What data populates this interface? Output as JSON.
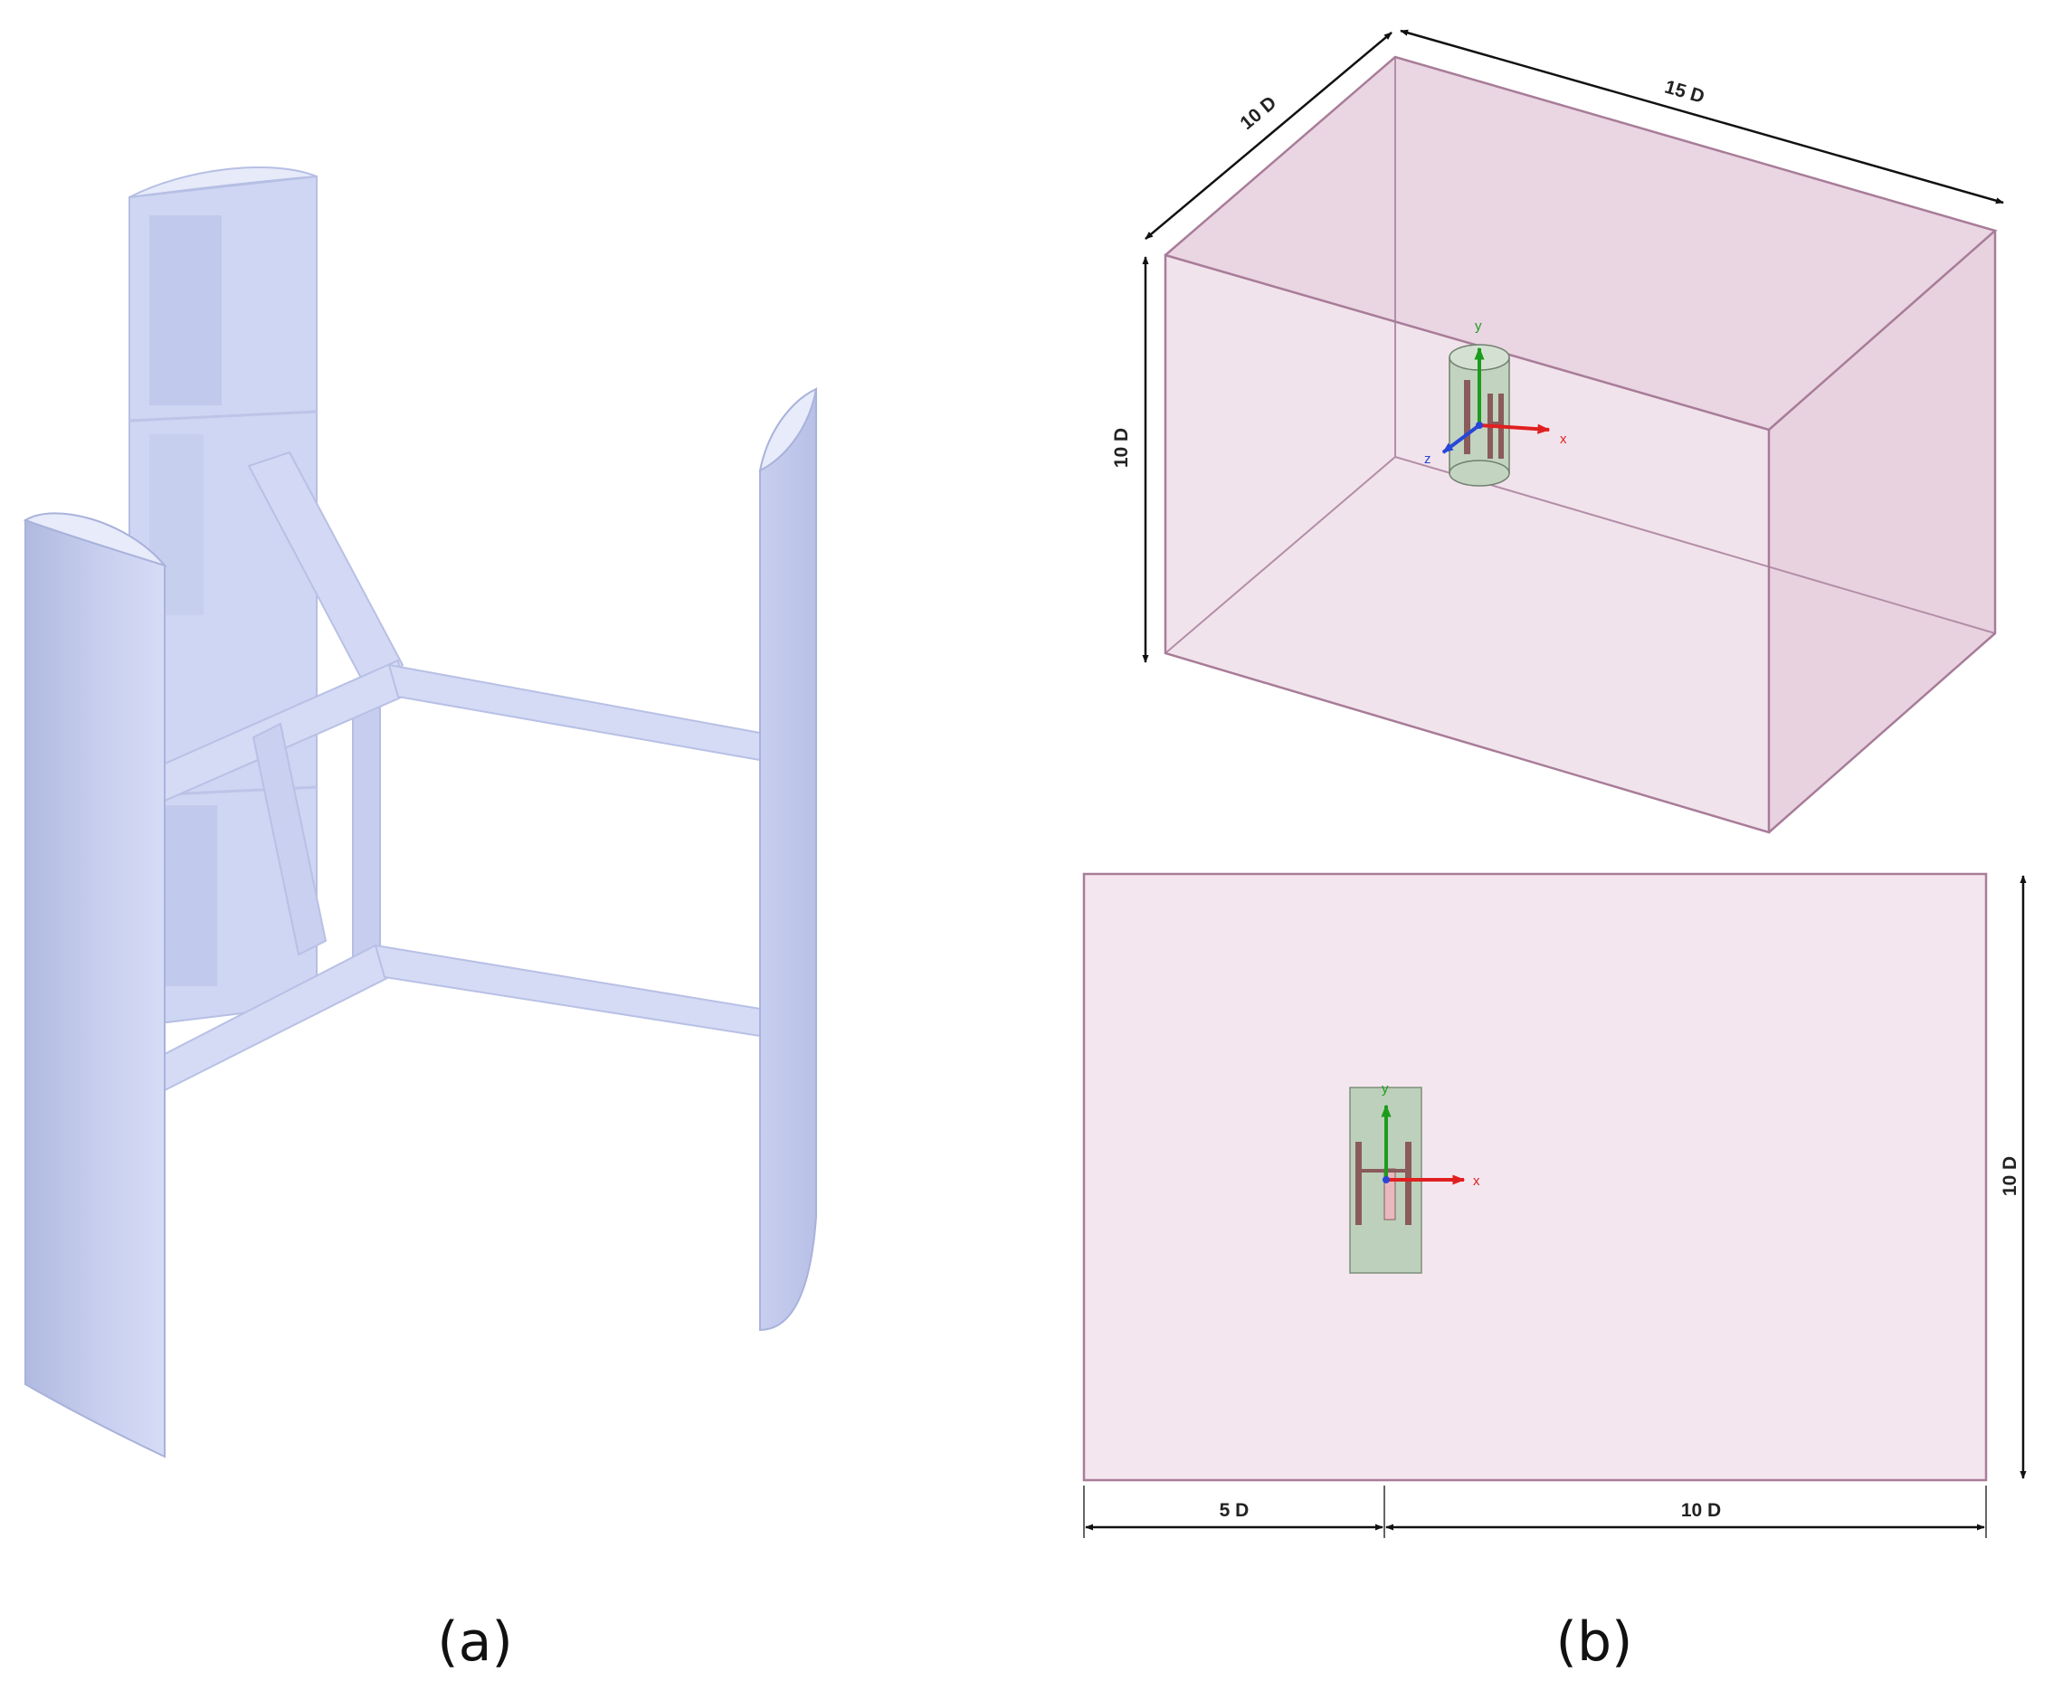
{
  "panels": {
    "a": {
      "label": "(a)"
    },
    "b": {
      "label": "(b)",
      "iso": {
        "depth": "10 D",
        "length": "15 D",
        "height": "10 D"
      },
      "front": {
        "height": "10 D",
        "upstream": "5 D",
        "downstream": "10 D"
      },
      "axes": {
        "x": "x",
        "y": "y",
        "z": "z"
      }
    }
  },
  "colors": {
    "turbine_light": "#d4daf4",
    "turbine_mid": "#c4ccee",
    "turbine_dark": "#b2bbe2",
    "domain_fill": "#f4e6ef",
    "domain_edge": "#a87c98",
    "rotor_zone": "#bdd0bb",
    "blade_mark": "#8a5b5b",
    "axis_x": "#e02020",
    "axis_y": "#1c9c1c",
    "axis_z": "#2846d8"
  }
}
